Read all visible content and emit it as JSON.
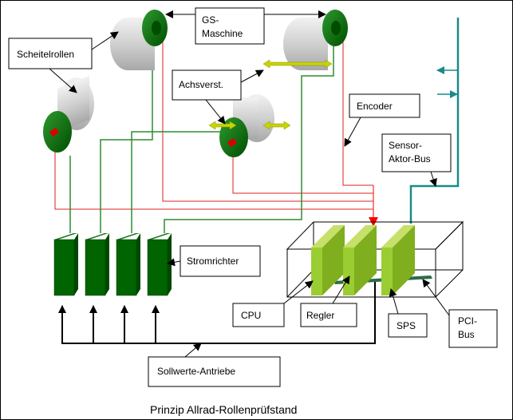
{
  "labels": {
    "scheitelrollen": "Scheitelrollen",
    "gs_maschine_1": "GS-",
    "gs_maschine_2": "Maschine",
    "achsverst": "Achsverst.",
    "encoder": "Encoder",
    "sensor_bus_1": "Sensor-",
    "sensor_bus_2": "Aktor-Bus",
    "stromrichter": "Stromrichter",
    "cpu": "CPU",
    "regler": "Regler",
    "sps": "SPS",
    "pci_bus_1": "PCI-",
    "pci_bus_2": "Bus",
    "sollwerte": "Sollwerte-Antriebe"
  },
  "caption": "Prinzip Allrad-Rollenprüfstand",
  "colors": {
    "dark_green": "#006400",
    "signal_green": "#2e8b2e",
    "red_wire": "#dd2222",
    "teal_bus": "#1b8a8a",
    "card_green": "#9acd32",
    "roller_grey": "#d9d9d9",
    "arrow_yellow": "#c8d400"
  }
}
